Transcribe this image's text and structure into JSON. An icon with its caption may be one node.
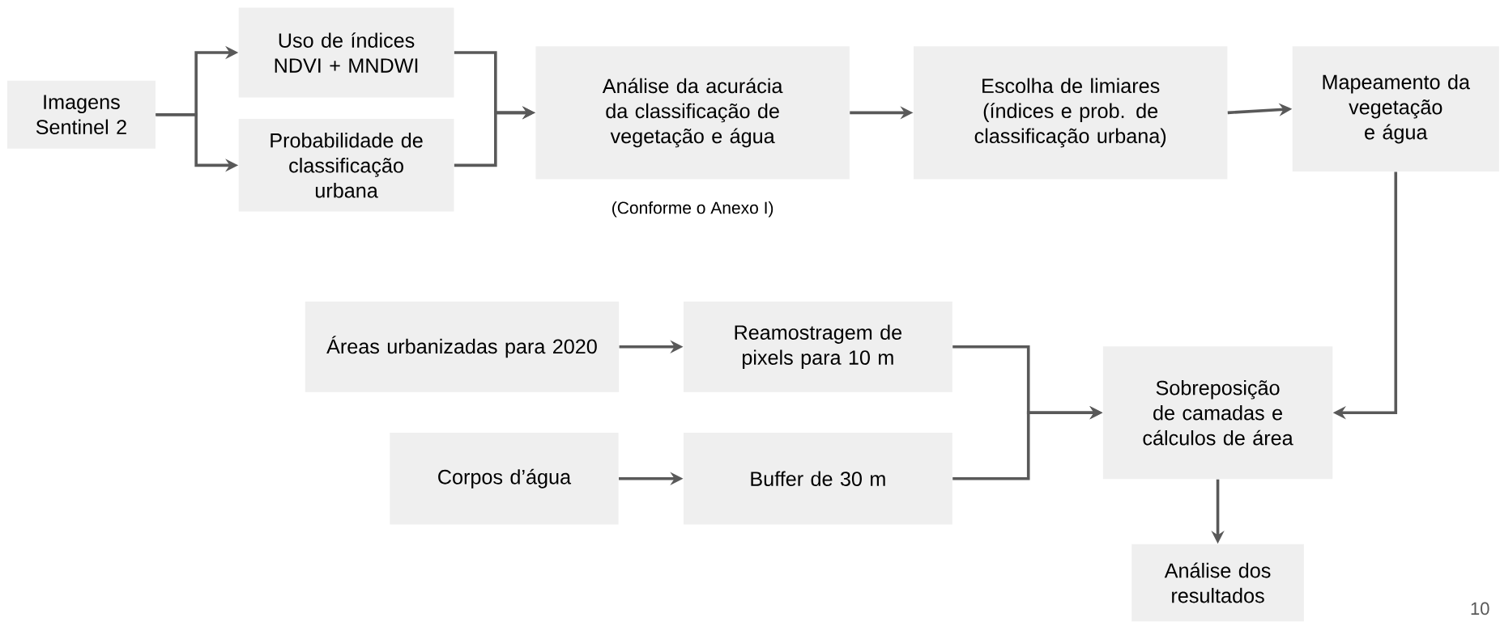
{
  "diagram": {
    "nodes": [
      {
        "text": [
          "Imagens Sentinel 2"
        ]
      },
      {
        "text": [
          "Uso de índices NDVI + MNDWI"
        ]
      },
      {
        "text": [
          "Probabilidade de classificação urbana"
        ]
      },
      {
        "text": [
          "Análise da acurácia da classificação de vegetação e água"
        ],
        "beside": [
          "(Conforme o Anexo I)"
        ]
      },
      {
        "text": [
          "Escolha de limiares (índices e prob. de classificação urbana)"
        ]
      },
      {
        "text": [
          "Mapeamento da vegetação e água"
        ]
      },
      {
        "text": [
          "Áreas urbanizadas para 2020"
        ]
      },
      {
        "text": [
          "Reamostragem de pixels para 10 m"
        ]
      },
      {
        "text": [
          "Corpos d’água"
        ]
      },
      {
        "text": [
          "Buffer de 30 m"
        ]
      },
      {
        "text": [
          "Sobreposição de camadas e cálculos de área"
        ]
      },
      {
        "text": [
          "Análise dos resultados"
        ]
      }
    ],
    "edges": [
      {
        "from": 0,
        "to": 1,
        "arrow": "to"
      },
      {
        "from": 0,
        "to": 2,
        "arrow": "to"
      },
      {
        "from": 1,
        "to": 3,
        "arrow": "to"
      },
      {
        "from": 2,
        "to": 3,
        "arrow": "to"
      },
      {
        "from": 3,
        "to": 4,
        "arrow": "to"
      },
      {
        "from": 4,
        "to": 5,
        "arrow": "to"
      },
      {
        "from": 5,
        "to": 10,
        "arrow": "to"
      },
      {
        "from": 6,
        "to": 7,
        "arrow": "to"
      },
      {
        "from": 8,
        "to": 9,
        "arrow": "to"
      },
      {
        "from": 7,
        "to": 10,
        "arrow": "to"
      },
      {
        "from": 9,
        "to": 10,
        "arrow": "to"
      },
      {
        "from": 10,
        "to": 11,
        "arrow": "to"
      }
    ],
    "labels": [
      "10"
    ]
  }
}
